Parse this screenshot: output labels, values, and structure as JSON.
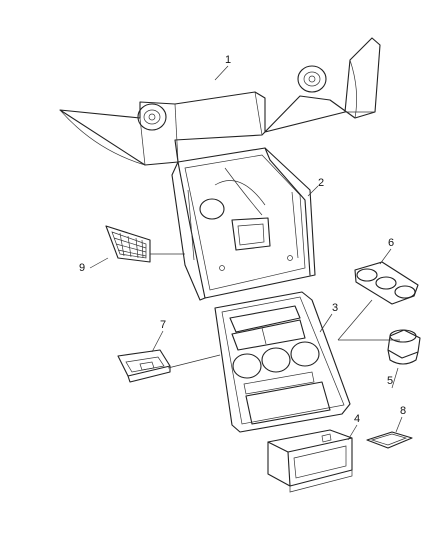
{
  "diagram": {
    "callouts": [
      {
        "id": "c1",
        "label": "1"
      },
      {
        "id": "c2",
        "label": "2"
      },
      {
        "id": "c3",
        "label": "3"
      },
      {
        "id": "c4",
        "label": "4"
      },
      {
        "id": "c5",
        "label": "5"
      },
      {
        "id": "c6",
        "label": "6"
      },
      {
        "id": "c7",
        "label": "7"
      },
      {
        "id": "c8",
        "label": "8"
      },
      {
        "id": "c9",
        "label": "9"
      }
    ]
  }
}
